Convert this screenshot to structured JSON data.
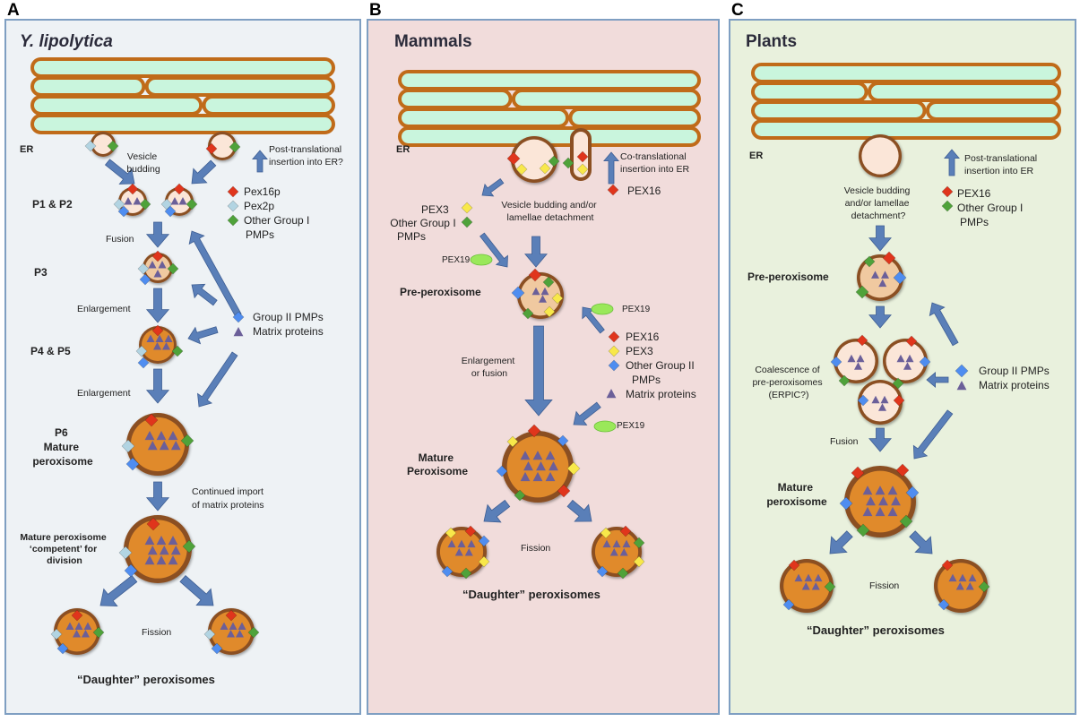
{
  "panels": {
    "A": {
      "letter": "A",
      "title": "Y. lipolytica",
      "labels": {
        "er": "ER",
        "vesicle_budding": [
          "Vesicle",
          "budding"
        ],
        "post_translational": [
          "Post-translational",
          "insertion into ER?"
        ],
        "p1p2": "P1 & P2",
        "fusion": "Fusion",
        "p3": "P3",
        "enlargement1": "Enlargement",
        "p4p5": "P4 & P5",
        "enlargement2": "Enlargement",
        "p6": [
          "P6",
          "Mature",
          "peroxisome"
        ],
        "continued_import": [
          "Continued import",
          "of matrix proteins"
        ],
        "competent": [
          "Mature peroxisome",
          "‘competent’ for",
          "division"
        ],
        "fission": "Fission",
        "daughters": "“Daughter” peroxisomes"
      },
      "legend1": [
        "Pex16p",
        "Pex2p",
        "Other Group I",
        "PMPs"
      ],
      "legend2": [
        "Group II PMPs",
        "Matrix proteins"
      ]
    },
    "B": {
      "letter": "B",
      "title": "Mammals",
      "labels": {
        "er": "ER",
        "co_translational": [
          "Co-translational",
          "insertion into ER"
        ],
        "pex16": "PEX16",
        "left_legend": [
          "PEX3",
          "Other Group I",
          "PMPs"
        ],
        "vesicle_budding": [
          "Vesicle budding and/or",
          "lamellae detachment"
        ],
        "pex19_a": "PEX19",
        "pre_peroxisome": "Pre-peroxisome",
        "pex19_b": "PEX19",
        "enlargement": [
          "Enlargement",
          "or fusion"
        ],
        "right_legend": [
          "PEX16",
          "PEX3",
          "Other Group II",
          "PMPs",
          "Matrix proteins"
        ],
        "pex19_c": "PEX19",
        "mature": [
          "Mature",
          "Peroxisome"
        ],
        "fission": "Fission",
        "daughters": "“Daughter” peroxisomes"
      }
    },
    "C": {
      "letter": "C",
      "title": "Plants",
      "labels": {
        "er": "ER",
        "post_translational": [
          "Post-translational",
          "insertion into ER"
        ],
        "vesicle_budding": [
          "Vesicle budding",
          "and/or lamellae",
          "detachment?"
        ],
        "legend1": [
          "PEX16",
          "Other Group I",
          "PMPs"
        ],
        "pre_peroxisome": "Pre-peroxisome",
        "coalescence": [
          "Coalescence of",
          "pre-peroxisomes",
          "(ERPIC?)"
        ],
        "legend2": [
          "Group II PMPs",
          "Matrix proteins"
        ],
        "fusion": "Fusion",
        "mature": [
          "Mature",
          "peroxisome"
        ],
        "fission": "Fission",
        "daughters": "“Daughter” peroxisomes"
      }
    }
  },
  "colors": {
    "panel_a_bg": "#eef2f5",
    "panel_b_bg": "#f1dcdb",
    "panel_c_bg": "#e9f1dd",
    "panel_border": "#7f9fc2",
    "er_fill": "#c9f5dd",
    "er_stroke": "#c06b19",
    "perox_fill": "#e08a2b",
    "perox_rim": "#8b4f22",
    "arrow": "#5a7fb8",
    "red": "#e0351c",
    "lightblue": "#b2d4e2",
    "green": "#4fa23a",
    "blue": "#4f8df0",
    "yellow": "#f8e84a",
    "purple": "#6b5f99",
    "pex19": "#9ae85a"
  }
}
